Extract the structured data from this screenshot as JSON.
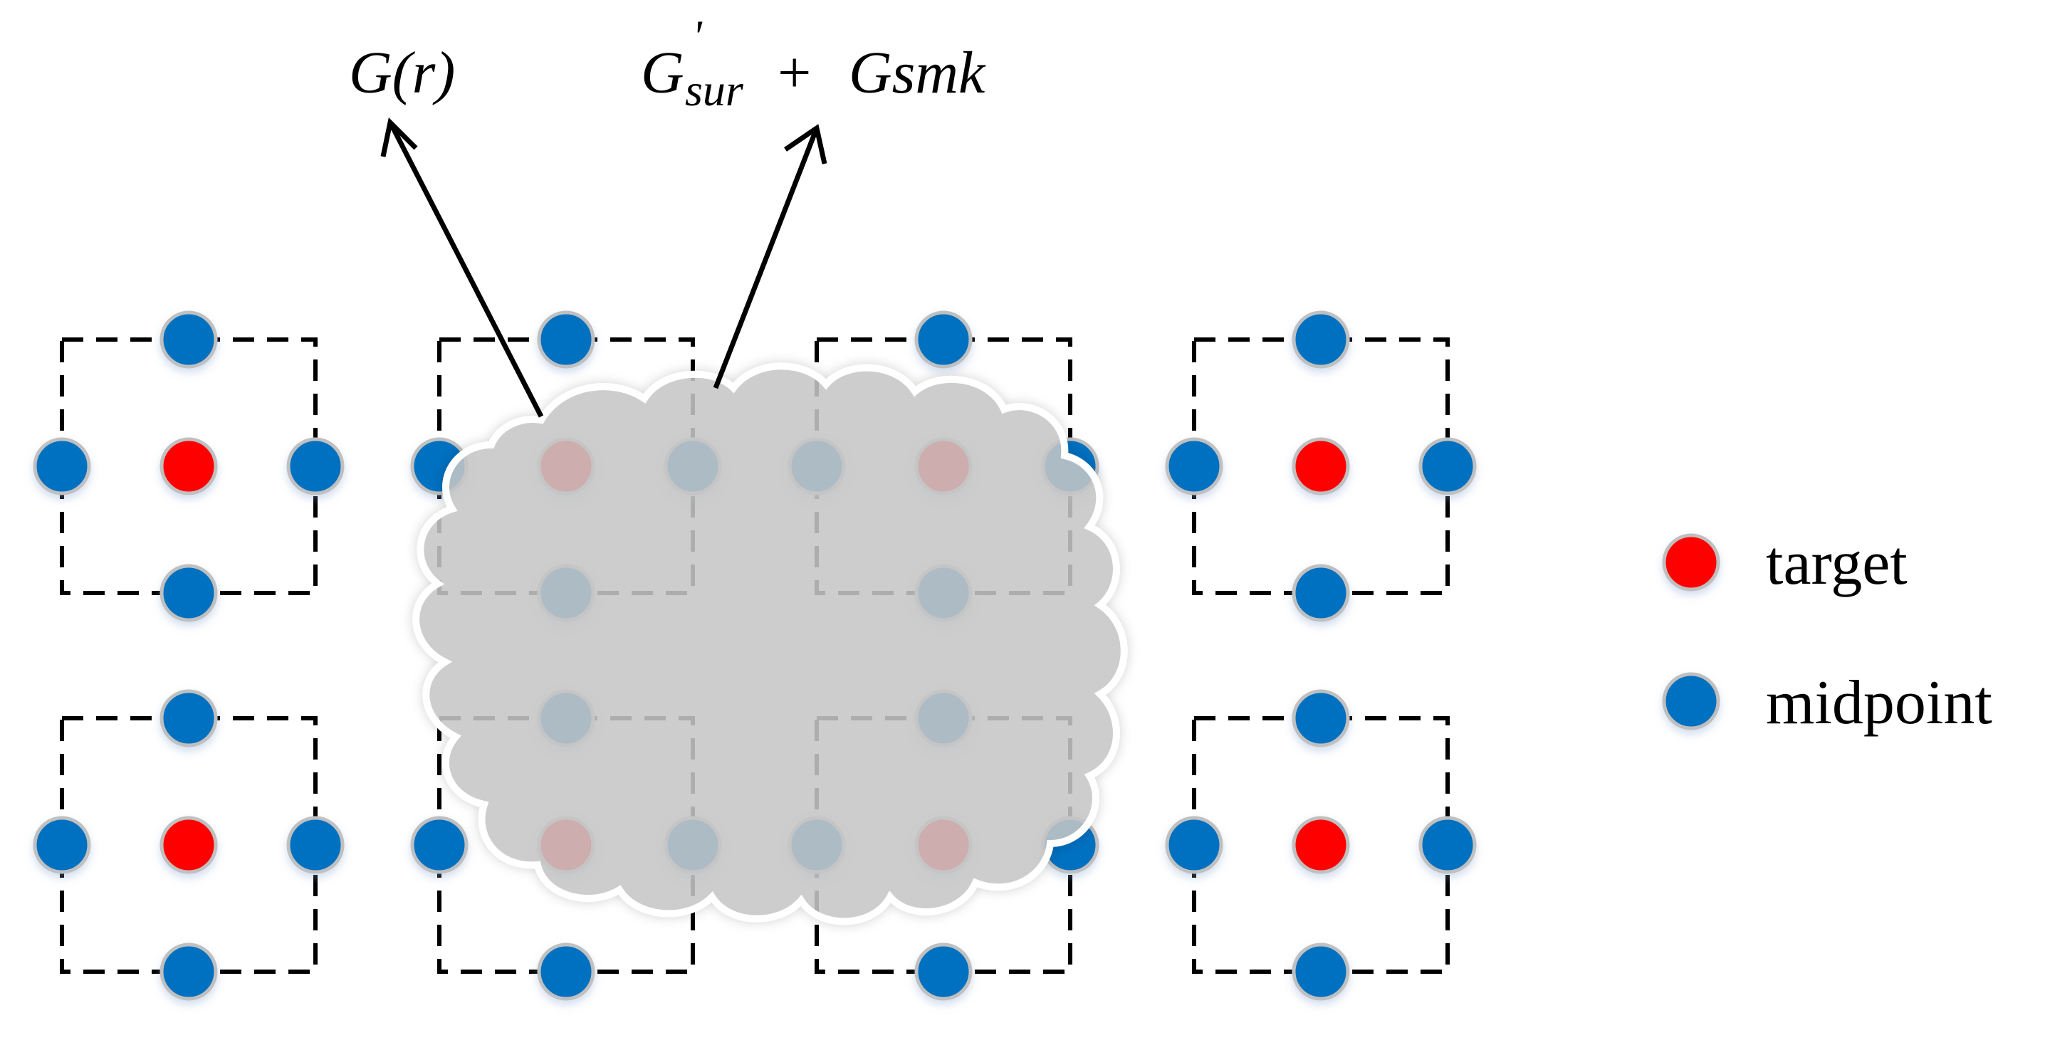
{
  "labels": {
    "left_formula": "G(r)",
    "right_formula_main": "G",
    "right_formula_prime": "'",
    "right_formula_sub1": "sur",
    "right_formula_plus": "+",
    "right_formula_second": "Gsmk"
  },
  "legend": {
    "items": [
      {
        "label": "target",
        "color": "#ff0000"
      },
      {
        "label": "midpoint",
        "color": "#0070c0"
      }
    ]
  },
  "colors": {
    "target": "#ff0000",
    "midpoint": "#0070c0",
    "cloud_fill": "#c8c8c8",
    "dot_halo": "#c0c0c0"
  },
  "grid": {
    "rows": 2,
    "columns": 4,
    "occluded_cells": [
      "row1-col2",
      "row1-col3",
      "row2-col2",
      "row2-col3"
    ]
  }
}
